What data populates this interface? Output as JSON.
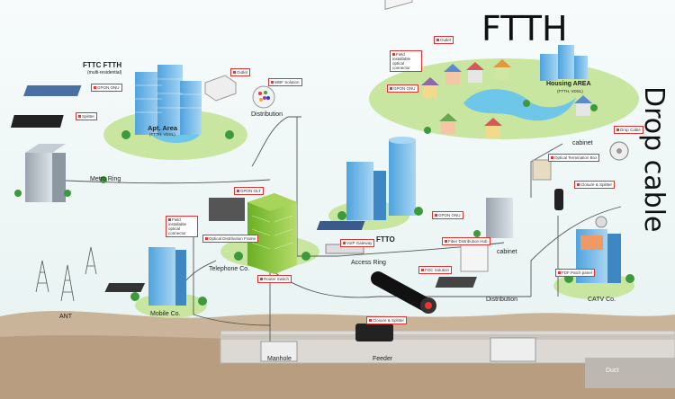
{
  "headline": "FTTH",
  "side_title": "Drop cable",
  "areas": {
    "fttc_ftth": "FTTC  FTTH",
    "fttc_ftth_sub": "(multi-residential)",
    "apt_area": "Apt. Area",
    "apt_area_sub": "(FTTH, VDSL)",
    "housing_area": "Housing AREA",
    "housing_area_sub": "(FTTH, VDSL)",
    "ftto": "FTTO"
  },
  "places": {
    "distribution_top": "Distribution",
    "metro_ring": "Metro Ring",
    "telephone_co": "Telephone Co.",
    "access_ring": "Access Ring",
    "cabinet_house": "cabinet",
    "cabinet_mid": "cabinet",
    "mobile_co": "Mobile Co.",
    "ant": "ANT",
    "manhole": "Manhole",
    "feeder": "Feeder",
    "distribution_bottom": "Distribution",
    "catv_co": "CATV Co.",
    "duct": "Duct"
  },
  "tags": {
    "gpon_onu_left": "GPON ONU",
    "splitter_left": "Splitter",
    "outlet_left": "Outlet",
    "wbf_solution": "WBF Solution",
    "outlet_top": "Outlet",
    "field_install_top": "Field installable optical connector",
    "gpon_onu_right": "GPON ONU",
    "optical_termination_box": "Optical Termination Box",
    "drop_cable": "Drop Cable",
    "closure_splitter_right": "Closure & Splitter",
    "gpon_olt": "GPON OLT",
    "gpon_onu_mid": "GPON ONU",
    "voip_gateway": "VoIP Gateway",
    "fiber_distribution_hub": "Fiber Distribution Hub",
    "field_install_left": "Field installable optical connector",
    "optical_distribution_frame": "Optical Distribution Frame",
    "router_switch": "Router Switch",
    "foc_solution": "FOC Solution",
    "closure_splitter_bottom": "Closure & Splitter",
    "fdf_patch_panel": "FDF Patch panel"
  },
  "colors": {
    "sky": "#eaf4f4",
    "ground": "#c9b49a",
    "duct": "#d9d4cf",
    "grass": "#8bc34a",
    "water": "#6ec6e8",
    "building_blue": "#6fb6e8",
    "building_green": "#8cc63f",
    "tag_border": "#dd3333",
    "fiber": "#555555"
  }
}
